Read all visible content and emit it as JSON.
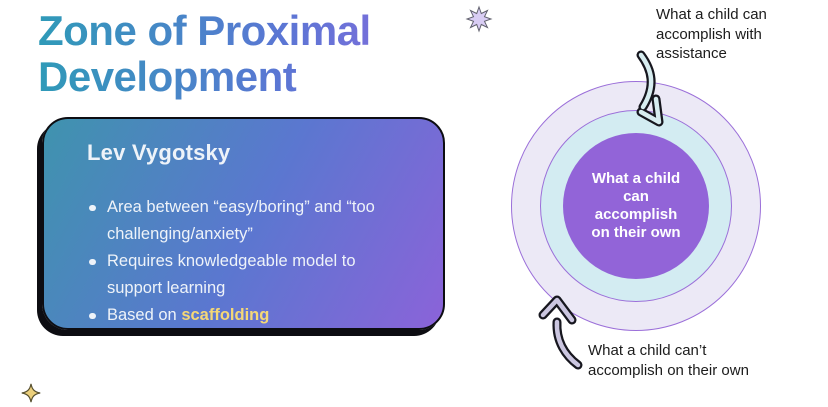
{
  "colors": {
    "page-bg": "#ffffff",
    "title-grad-start": "#2f9ab8",
    "title-grad-mid": "#5b76d4",
    "title-grad-end": "#9368e0",
    "card-grad-start": "#3f93ae",
    "card-grad-mid": "#5b77d0",
    "card-grad-end": "#8b63d9",
    "card-text": "#eef3f9",
    "card-outline": "#0d0d12",
    "highlight": "#f5d876",
    "ring-outer-fill": "#ece9f6",
    "ring-border": "#9b6fd9",
    "ring-middle-fill": "#d3ecf2",
    "ring-inner-fill": "#9264d8",
    "inner-text": "#ffffff",
    "annotation-text": "#1c1c1c",
    "arrow-outline": "#17171f",
    "arrow-top-fill": "#d7edf0",
    "arrow-bottom-fill": "#cbc6e0",
    "burst-fill": "#d9cdf4",
    "burst-outline": "#62626e",
    "sparkle-fill": "#ecd07c",
    "sparkle-outline": "#57502f"
  },
  "title": {
    "text": "Zone of Proximal Development"
  },
  "card": {
    "heading": "Lev Vygotsky",
    "bullets": [
      {
        "text": "Area between “easy/boring” and “too challenging/anxiety”"
      },
      {
        "text": "Requires knowledgeable model to support learning"
      },
      {
        "text": "Based on ",
        "highlight": "scaffolding"
      }
    ]
  },
  "diagram": {
    "inner_label": "What a child can accomplish on their own",
    "annotation_top": "What a child can accomplish with assistance",
    "annotation_bottom": "What a child can’t accomplish on their own"
  }
}
